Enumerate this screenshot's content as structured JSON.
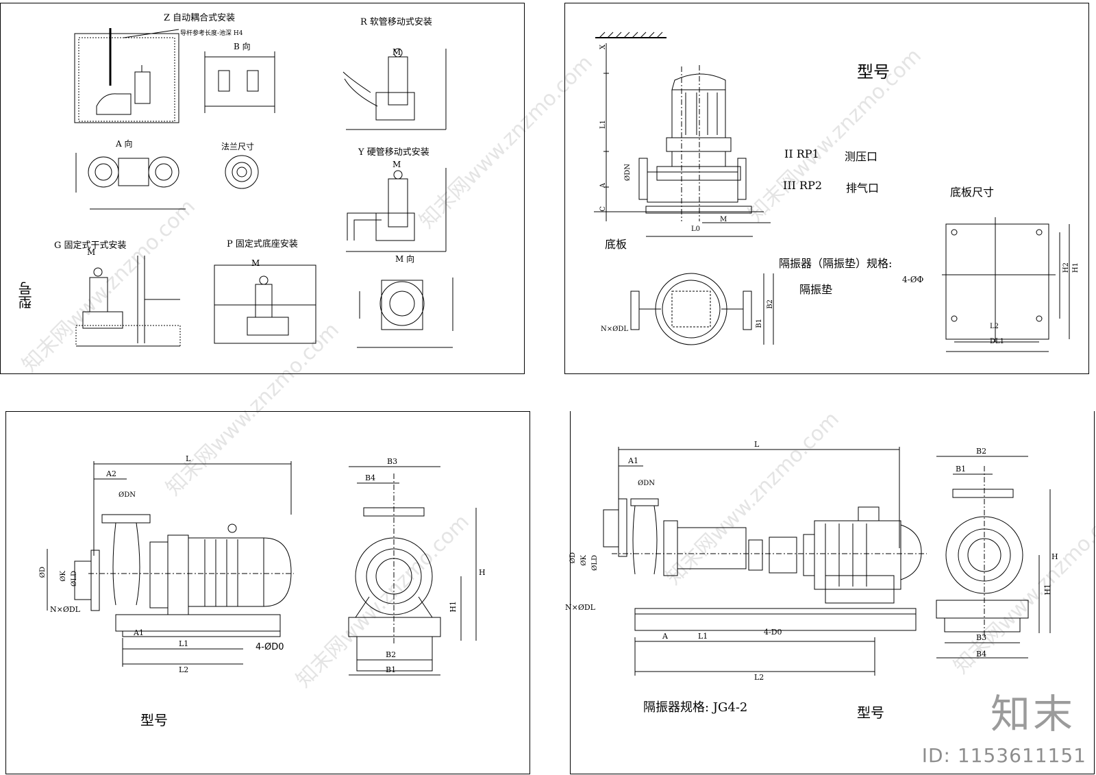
{
  "panel1": {
    "title_z": "Z 自动耦合式安装",
    "note_z": "导杆参考长度-池深 H4",
    "view_b": "B 向",
    "title_r": "R 软管移动式安装",
    "view_a": "A 向",
    "flange": "法兰尺寸",
    "title_y": "Y 硬管移动式安装",
    "title_g": "G 固定式干式安装",
    "title_p": "P 固定式底座安装",
    "view_m": "M 向",
    "m_label": "M",
    "model": "型号"
  },
  "panel2": {
    "model": "型号",
    "rp1_code": "II RP1",
    "rp1_name": "测压口",
    "rp2_code": "III RP2",
    "rp2_name": "排气口",
    "base_size": "底板尺寸",
    "isolator": "隔振器（隔振垫）规格:",
    "pad": "隔振垫",
    "baseplate": "底板",
    "holes": "4-ØΦ",
    "dims": [
      "X",
      "L1",
      "A",
      "C",
      "L0",
      "M",
      "ØDN",
      "B1",
      "B2",
      "H1",
      "H2",
      "L2",
      "DL1",
      "N×ØDL"
    ]
  },
  "panel3": {
    "model": "型号",
    "dims": [
      "L",
      "A2",
      "B3",
      "B4",
      "H",
      "H1",
      "B2",
      "B1",
      "A1",
      "L1",
      "L2",
      "4-ØD0",
      "N×ØDL",
      "ØDN",
      "ØD",
      "ØK",
      "ØLD"
    ]
  },
  "panel4": {
    "isolator": "隔振器规格: JG4-2",
    "model": "型号",
    "dims": [
      "L",
      "A1",
      "B2",
      "B1",
      "H",
      "H1",
      "B3",
      "B4",
      "A",
      "L1",
      "4-D0",
      "L2",
      "N×ØDL",
      "ØDN",
      "ØD",
      "ØK",
      "ØLD"
    ]
  },
  "watermark": {
    "text": "知末网www.znzmo.com",
    "brand": "知末",
    "id": "ID: 1153611151"
  }
}
